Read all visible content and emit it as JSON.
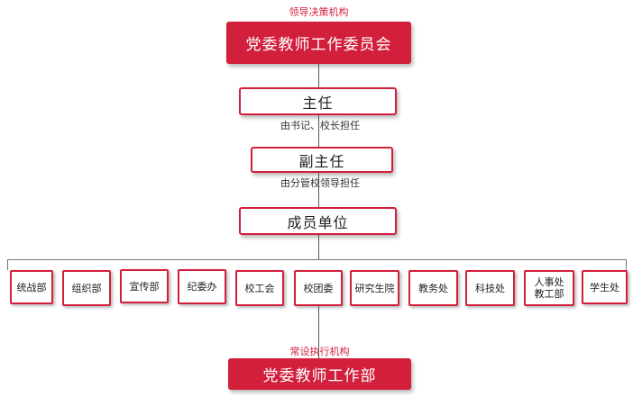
{
  "top_caption": "领导决策机构",
  "committee": "党委教师工作委员会",
  "director": "主任",
  "director_note": "由书记、校长担任",
  "deputy": "副主任",
  "deputy_note": "由分管校领导担任",
  "members": "成员单位",
  "units": [
    "统战部",
    "组织部",
    "宣传部",
    "纪委办",
    "校工会",
    "校团委",
    "研究生院",
    "教务处",
    "科技处",
    "人事处\n教工部",
    "学生处"
  ],
  "bottom_caption": "常设执行机构",
  "department": "党委教师工作部",
  "colors": {
    "accent": "#d21f3c",
    "line": "#555555"
  }
}
